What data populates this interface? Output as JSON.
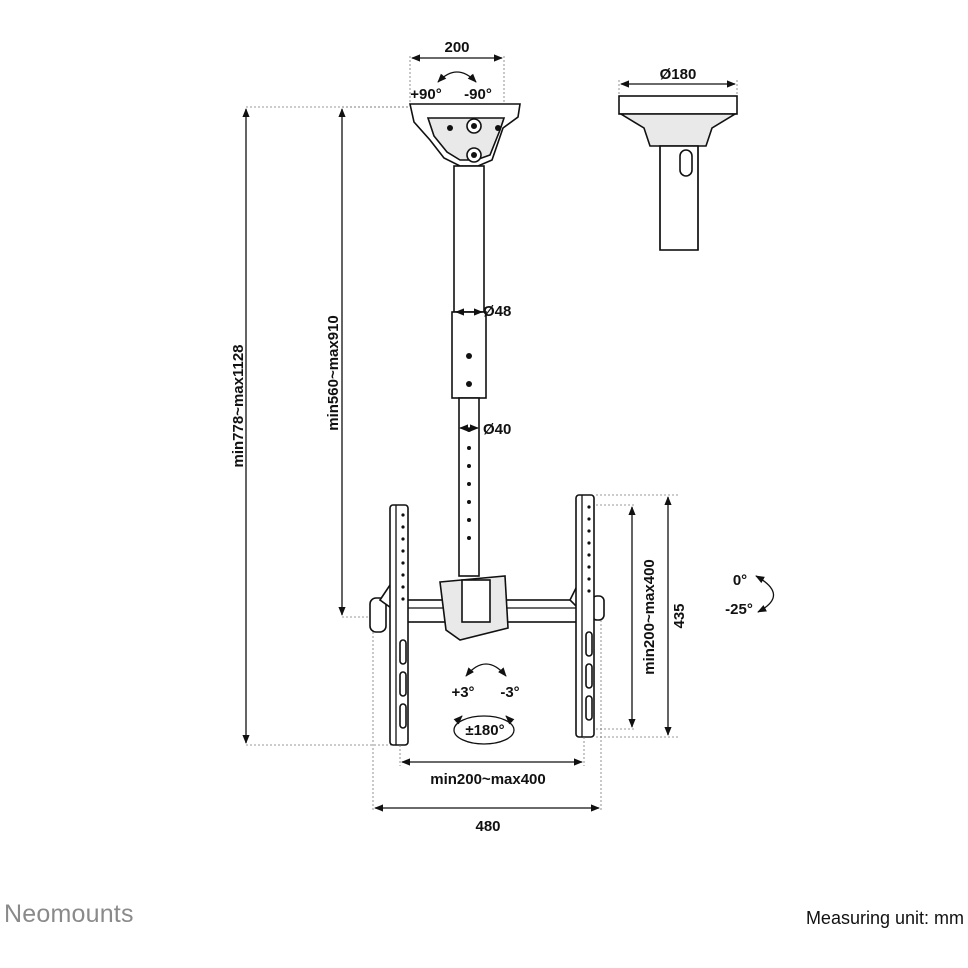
{
  "dimensions": {
    "top_width": "200",
    "rot_plus": "+90°",
    "rot_minus": "-90°",
    "plate_diameter": "Ø180",
    "pole_upper": "Ø48",
    "pole_lower": "Ø40",
    "total_height": "min778~max1128",
    "pole_height": "min560~max910",
    "vesa_height": "min200~max400",
    "bracket_height": "435",
    "tilt_zero": "0°",
    "tilt_minus": "-25°",
    "swivel_plus": "+3°",
    "swivel_minus": "-3°",
    "rotation": "±180°",
    "vesa_width": "min200~max400",
    "total_width": "480"
  },
  "footer": {
    "brand": "Neomounts",
    "measuring_unit": "Measuring unit: mm"
  },
  "colors": {
    "ink": "#111111",
    "brand_gray": "#8a8a8a"
  }
}
